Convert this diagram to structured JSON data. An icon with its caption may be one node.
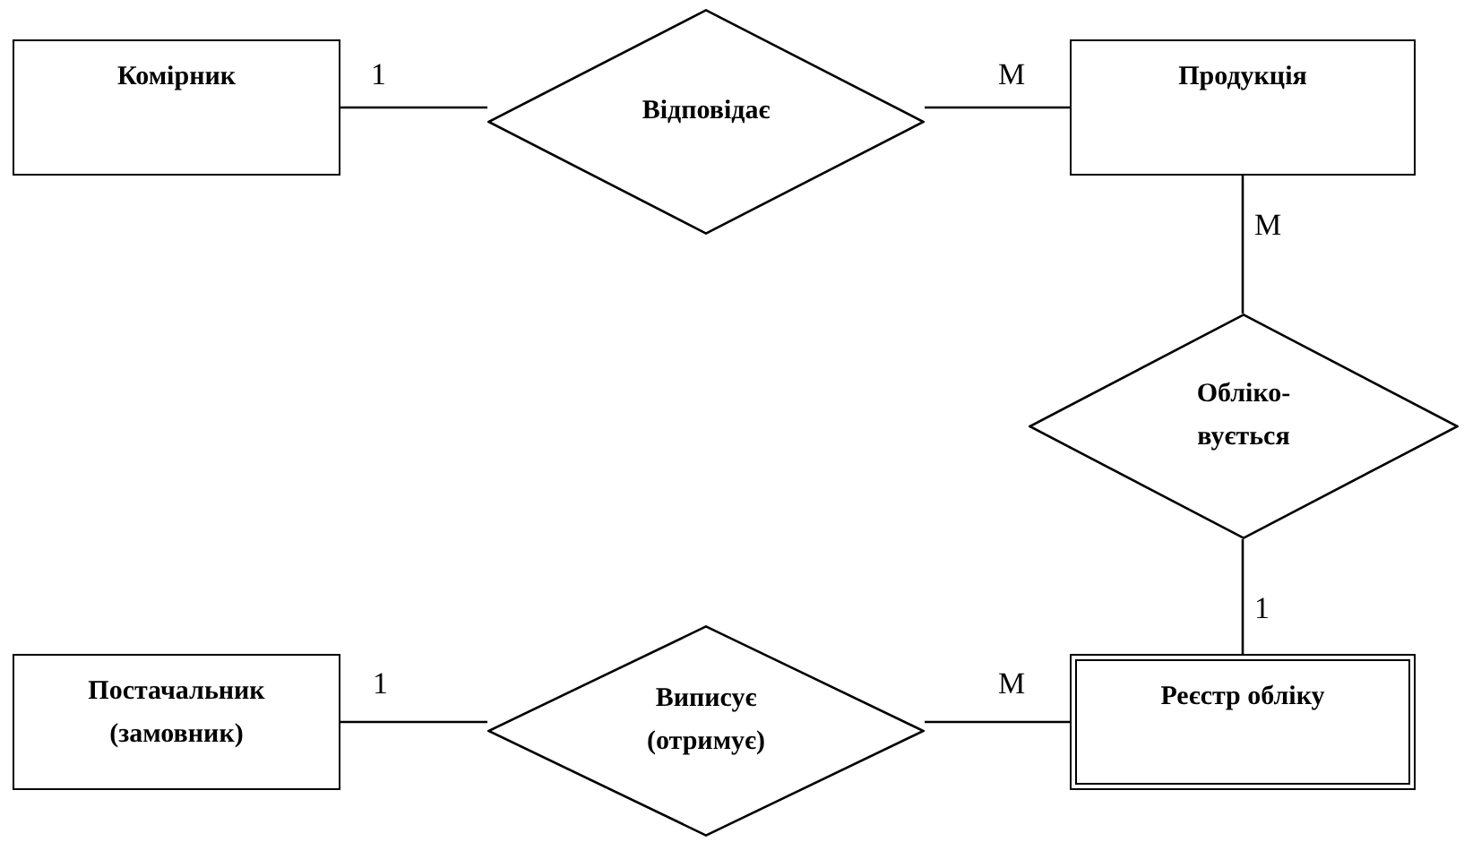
{
  "diagram": {
    "nodes": [
      {
        "text": [
          "Комірник"
        ]
      },
      {
        "text": [
          "Відповідає"
        ]
      },
      {
        "text": [
          "Продукція"
        ]
      },
      {
        "text": [
          "Обліко- вується"
        ]
      },
      {
        "text": [
          "Постачальник (замовник)"
        ]
      },
      {
        "text": [
          "Виписує (отримує)"
        ]
      },
      {
        "text": [
          "Реєстр обліку"
        ]
      }
    ],
    "edges": [
      {
        "from": 0,
        "to": 1,
        "arrow": "none",
        "label": "1"
      },
      {
        "from": 1,
        "to": 2,
        "arrow": "none",
        "label": "M"
      },
      {
        "from": 2,
        "to": 3,
        "arrow": "none",
        "label": "M"
      },
      {
        "from": 3,
        "to": 6,
        "arrow": "none",
        "label": "1"
      },
      {
        "from": 4,
        "to": 5,
        "arrow": "none",
        "label": "1"
      },
      {
        "from": 5,
        "to": 6,
        "arrow": "none",
        "label": "M"
      }
    ]
  }
}
